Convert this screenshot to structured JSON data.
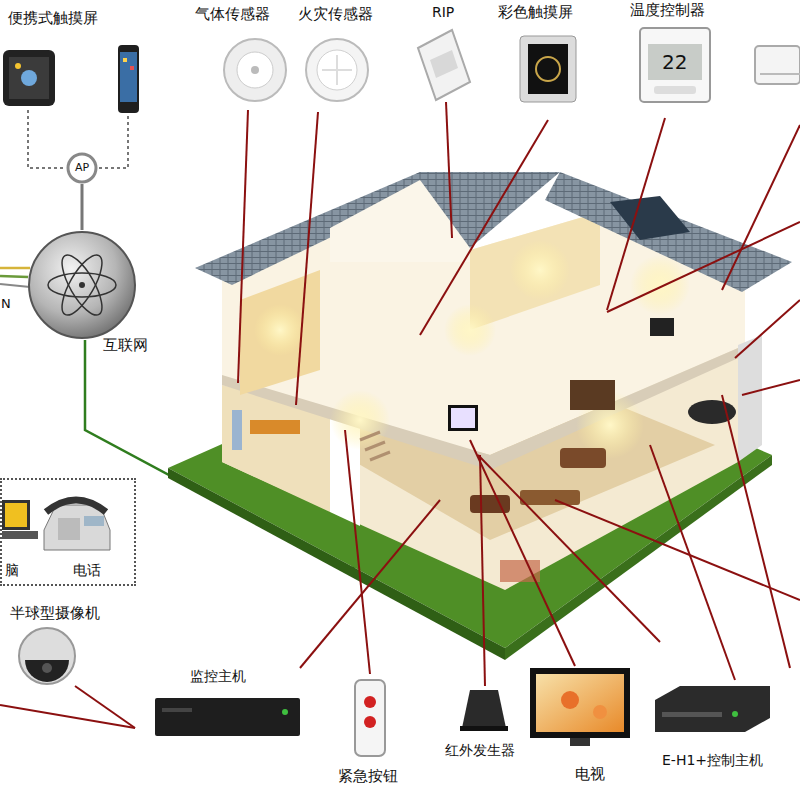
{
  "diagram": {
    "nodes": [
      {
        "text": [
          "AP"
        ]
      },
      {
        "text": [
          "互联网"
        ]
      },
      {
        "text": [
          "脑",
          "电话"
        ]
      }
    ],
    "edges": [
      {
        "from": 0,
        "to": 1,
        "arrow": "none"
      }
    ],
    "labels": [
      "便携式触摸屏",
      "气体传感器",
      "火灾传感器",
      "RIP",
      "彩色触摸屏",
      "温度控制器",
      "22",
      "N",
      "半球型摄像机",
      "监控主机",
      "紧急按钮",
      "红外发生器",
      "电视",
      "E-H1+控制主机"
    ]
  }
}
